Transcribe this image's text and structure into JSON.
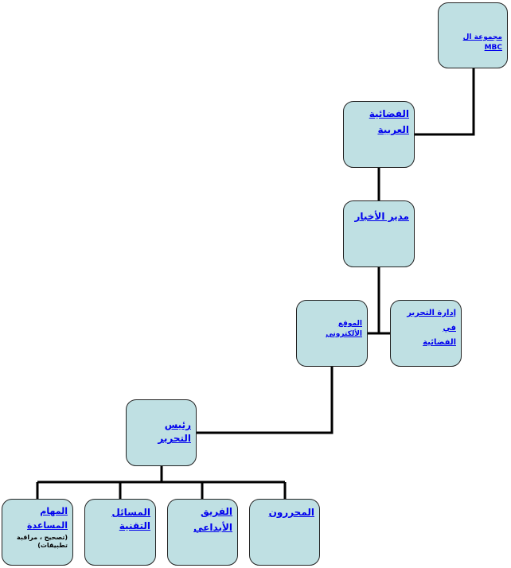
{
  "nodes": {
    "mbc": "مجموعة ال MBC",
    "arab_line1": "الفضائية",
    "arab_line2": "العربية",
    "news": "مدير الأخبار",
    "site": "الموقع الألكتروني",
    "admin_line1": "إدارة التحرير في",
    "admin_line2": "الفضائية",
    "chief": "رئيس التحرير",
    "tasks": "المهام المساعدة",
    "tasks_note": "(تصحيح ، مراقبة تطبيقات)",
    "tech": "المسائل التقنية",
    "team_line1": "الفريق",
    "team_line2": "الأبداعي",
    "editors": "المحررون"
  },
  "colors": {
    "box_fill": "#bfe0e3",
    "box_border": "#222222",
    "link": "#0000ee",
    "connector": "#000000"
  }
}
